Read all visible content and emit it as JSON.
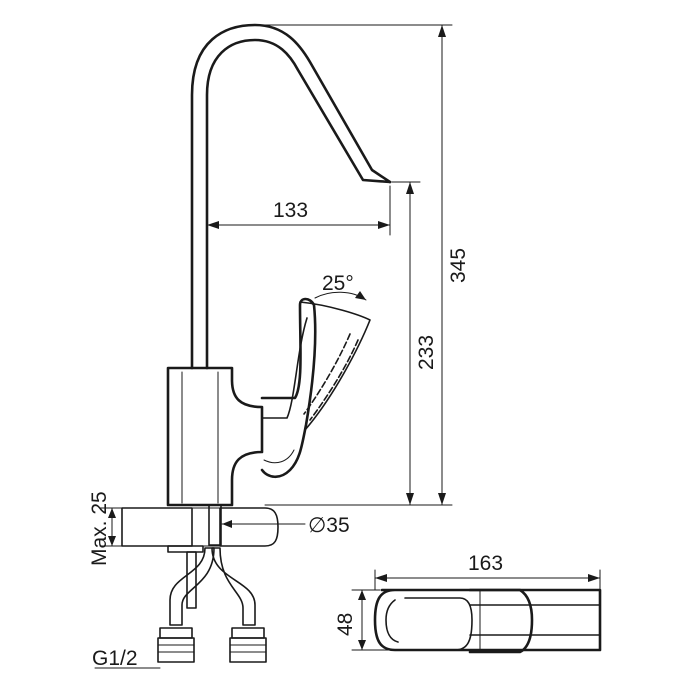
{
  "dimensions": {
    "total_height": "345",
    "spout_height": "233",
    "spout_reach": "133",
    "handle_angle": "25°",
    "hole_diameter": "∅35",
    "max_counter": "Max. 25",
    "base_length": "163",
    "base_width": "48",
    "thread": "G1/2"
  },
  "colors": {
    "line": "#1a1a1a",
    "background": "#ffffff"
  }
}
